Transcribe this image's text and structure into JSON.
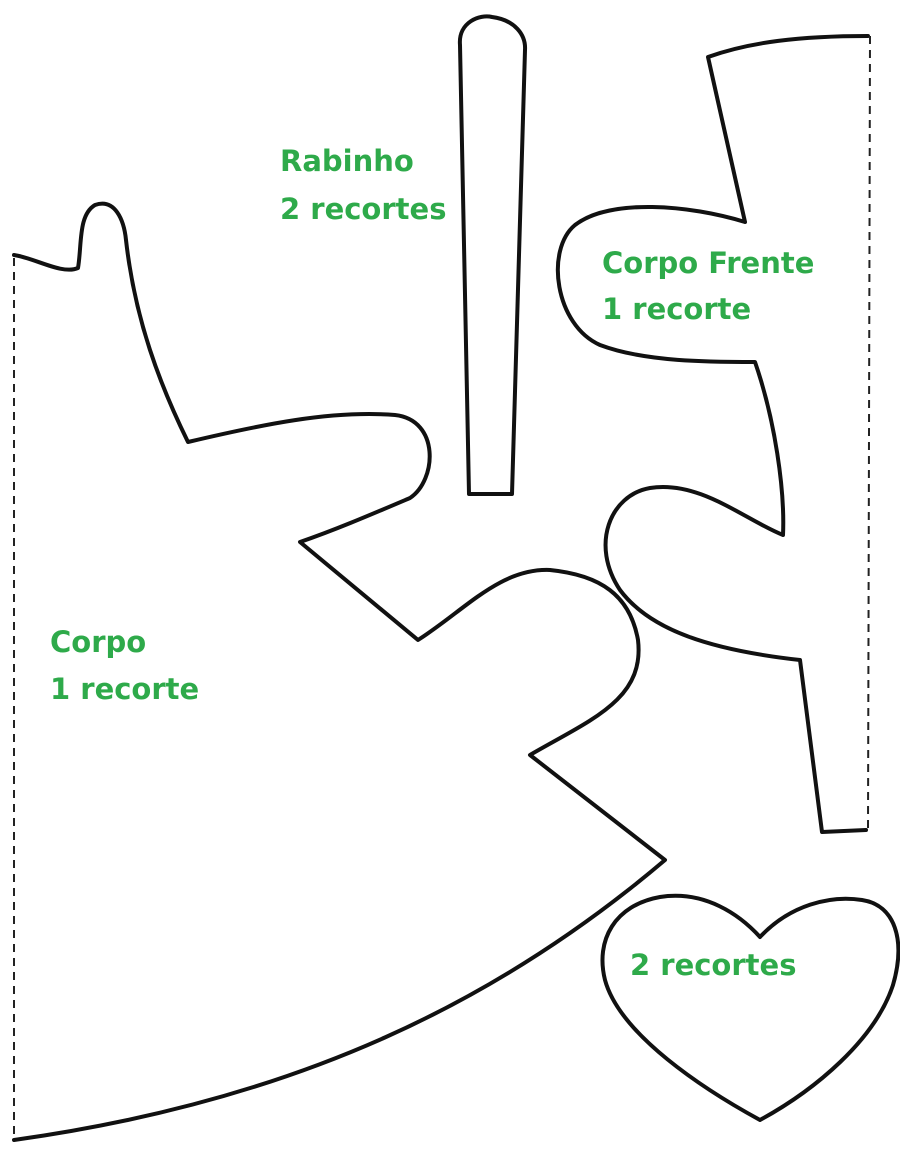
{
  "colors": {
    "label": "#2eaa4a",
    "outline": "#111111",
    "background": "#ffffff"
  },
  "pieces": {
    "rabinho": {
      "name": "Rabinho",
      "count": "2 recortes"
    },
    "corpo_frente": {
      "name": "Corpo Frente",
      "count": "1 recorte"
    },
    "corpo": {
      "name": "Corpo",
      "count": "1 recorte"
    },
    "coracao": {
      "count": "2 recortes"
    }
  }
}
